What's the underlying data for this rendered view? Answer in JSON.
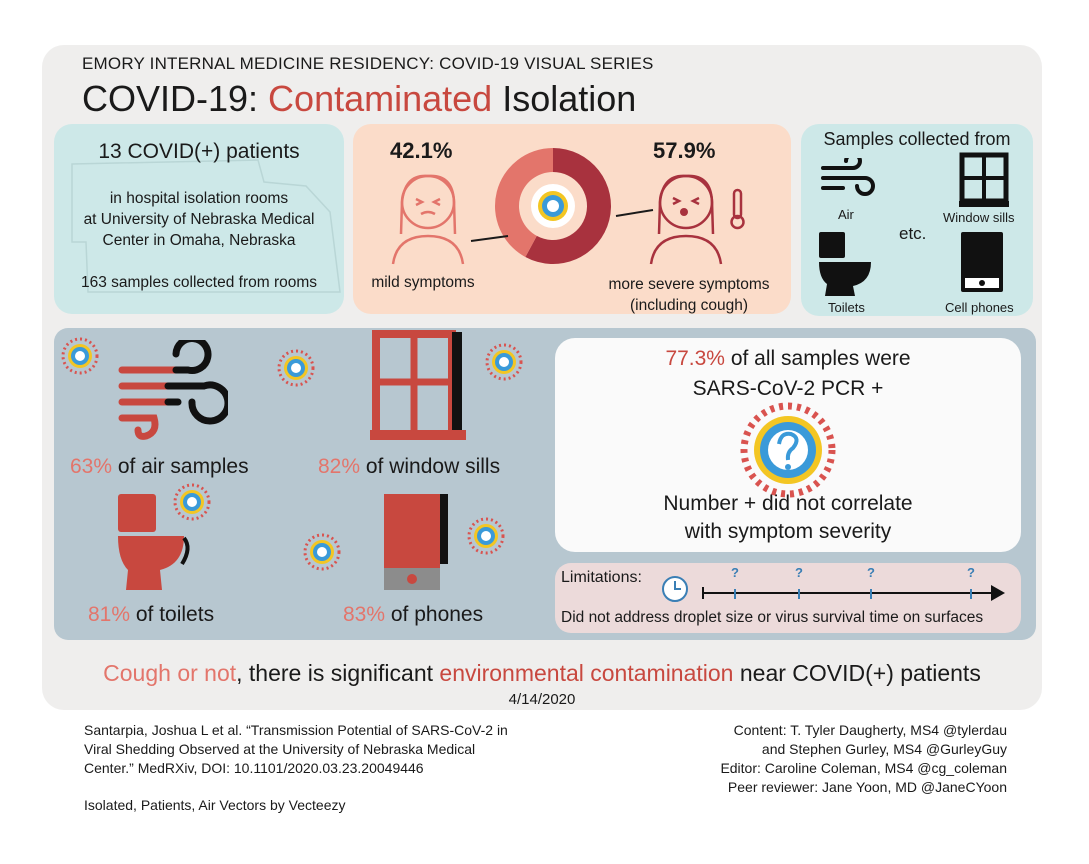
{
  "header": {
    "series": "EMORY INTERNAL MEDICINE RESIDENCY: COVID-19 VISUAL SERIES",
    "title_part1": "COVID-19: ",
    "title_red": "Contaminated",
    "title_part2": " Isolation"
  },
  "study": {
    "patients": "13 COVID(+) patients",
    "line1": "in hospital isolation rooms",
    "line2": "at University of Nebraska Medical",
    "line3": "Center in Omaha, Nebraska",
    "samples": "163 samples collected from rooms"
  },
  "symptoms": {
    "mild_pct": "42.1%",
    "severe_pct": "57.9%",
    "mild_label": "mild symptoms",
    "severe_label1": "more severe symptoms",
    "severe_label2": "(including cough)",
    "mild_fraction": 0.421,
    "severe_fraction": 0.579
  },
  "collected": {
    "heading": "Samples collected from",
    "air": "Air",
    "window": "Window sills",
    "etc": "etc.",
    "toilets": "Toilets",
    "phones": "Cell phones"
  },
  "results": {
    "air_pct": "63%",
    "air_label": " of air samples",
    "window_pct": "82%",
    "window_label": " of window sills",
    "toilet_pct": "81%",
    "toilet_label": " of toilets",
    "phone_pct": "83%",
    "phone_label": " of phones"
  },
  "summary": {
    "pct": "77.3%",
    "line1_rest": " of all samples were",
    "line2": "SARS-CoV-2 PCR +",
    "corr1": "Number + did not  correlate",
    "corr2": "with symptom severity"
  },
  "limitations": {
    "label": "Limitations:",
    "q": "?",
    "text": "Did not address droplet size or virus survival time on surfaces"
  },
  "conclusion": {
    "part1": "Cough or not",
    "part2": ", there is significant ",
    "part3": "environmental contamination",
    "part4": " near COVID(+) patients",
    "date": "4/14/2020"
  },
  "footer": {
    "cite1": "Santarpia, Joshua L et al. “Transmission Potential of SARS-CoV-2 in",
    "cite2": "Viral Shedding Observed at the University of Nebraska Medical",
    "cite3": "Center.”  MedRXiv, DOI: 10.1101/2020.03.23.20049446",
    "vectors": "Isolated, Patients, Air Vectors by Vecteezy",
    "credit1": "Content: T. Tyler Daugherty, MS4 @tylerdau",
    "credit2": "and Stephen Gurley, MS4 @GurleyGuy",
    "credit3": "Editor: Caroline Coleman, MS4 @cg_coleman",
    "credit4": "Peer reviewer: Jane Yoon, MD @JaneCYoon"
  },
  "colors": {
    "red": "#c8483f",
    "salmon": "#e3756b",
    "dark_red": "#a8323e",
    "virus_blue": "#3a9ad9",
    "virus_yellow": "#f3c623"
  }
}
